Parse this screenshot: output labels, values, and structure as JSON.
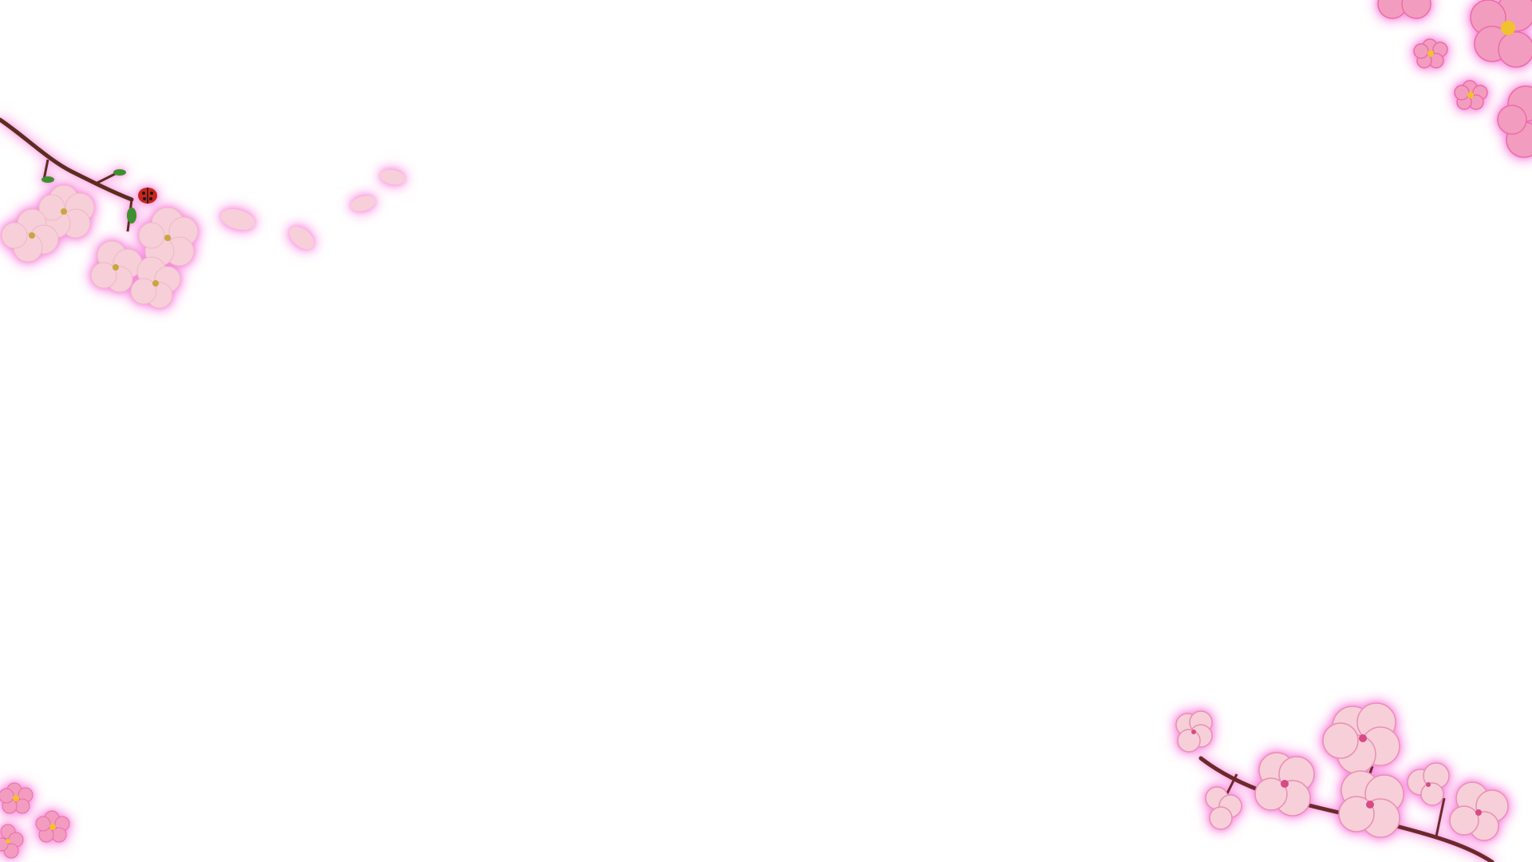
{
  "slide": {
    "background_color": "#ffffff"
  },
  "decorations": {
    "top_left": "cherry-blossom-branch-with-ladybug",
    "falling_petals": "floating-pink-petals",
    "top_right": "pink-blossom-cluster",
    "bottom_left": "small-pink-blossoms",
    "bottom_right": "cherry-blossom-branch"
  },
  "colors": {
    "blossom_pale": "#f6cfd8",
    "blossom_pink": "#f29cc0",
    "blossom_deep": "#ea6fa5",
    "glow": "#f58edc",
    "branch": "#5a2e1e",
    "leaf": "#3f8f2f",
    "stamen": "#f2c12e"
  }
}
